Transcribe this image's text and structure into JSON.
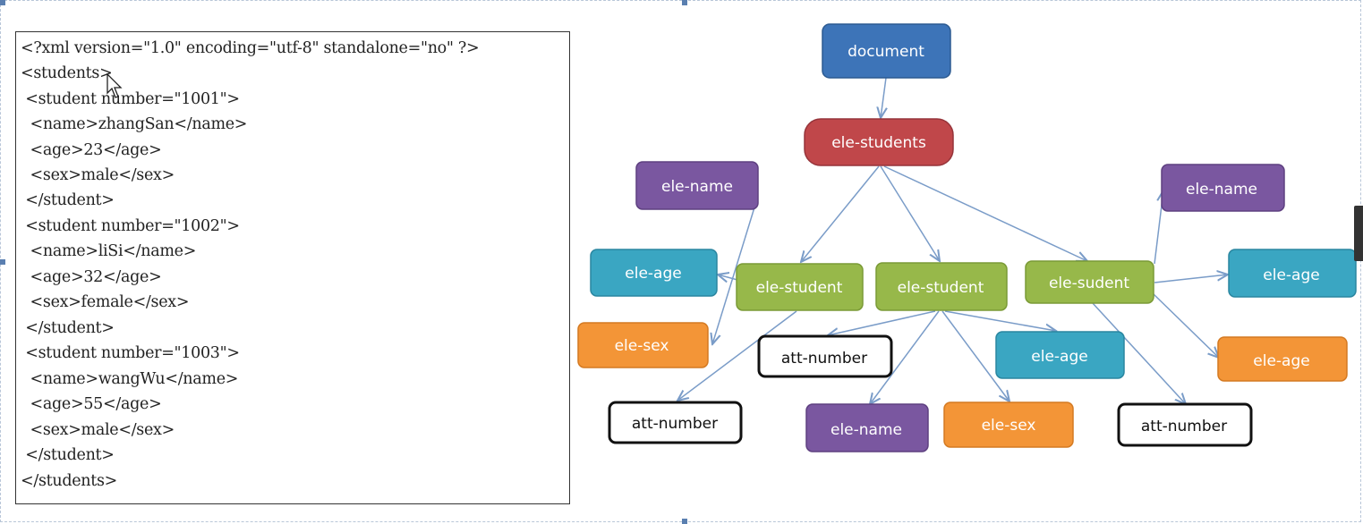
{
  "colors": {
    "document": "#3d74b8",
    "students": "#c0474a",
    "student": "#97b84a",
    "name": "#7a57a0",
    "age": "#3aa6c2",
    "sex": "#f39537",
    "attribute_border": "#111111",
    "edge": "#7a9cc8"
  },
  "code": {
    "lines": [
      "<?xml version=\"1.0\" encoding=\"utf-8\" standalone=\"no\" ?>",
      "<students>",
      " <student number=\"1001\">",
      "  <name>zhangSan</name>",
      "  <age>23</age>",
      "  <sex>male</sex>",
      " </student>",
      " <student number=\"1002\">",
      "  <name>liSi</name>",
      "  <age>32</age>",
      "  <sex>female</sex>",
      " </student>",
      " <student number=\"1003\">",
      "  <name>wangWu</name>",
      "  <age>55</age>",
      "  <sex>male</sex>",
      " </student>",
      "</students>"
    ]
  },
  "diagram": {
    "nodes": {
      "document": "document",
      "students": "ele-students",
      "student1": "ele-student",
      "student2": "ele-student",
      "student3": "ele-sudent",
      "name1": "ele-name",
      "age1": "ele-age",
      "sex1": "ele-sex",
      "att1": "att-number",
      "att2": "att-number",
      "age2": "ele-age",
      "name2": "ele-name",
      "sex2": "ele-sex",
      "name3": "ele-name",
      "age3": "ele-age",
      "age3b": "ele-age",
      "att3": "att-number"
    }
  }
}
